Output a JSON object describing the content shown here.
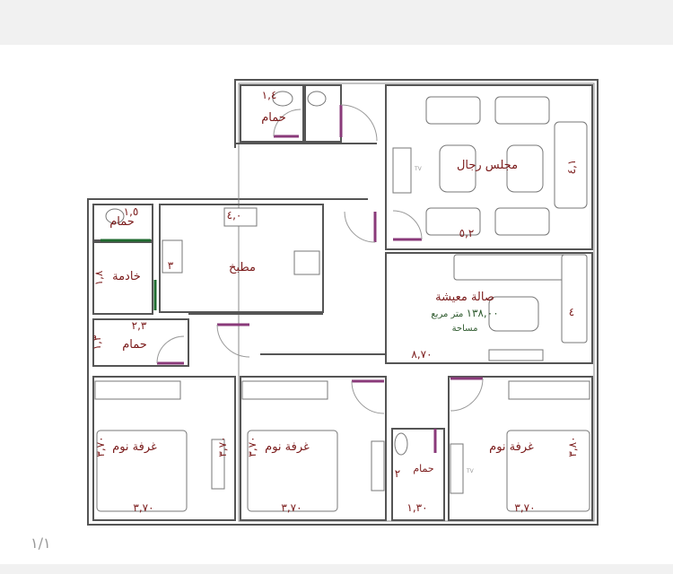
{
  "page_number": "١/١",
  "rooms": {
    "majlis": {
      "label": "مجلس رجال",
      "dim_width": "٥,٢",
      "dim_depth": "٤,١"
    },
    "top_bath": {
      "label": "حمام",
      "dim": "١,٤"
    },
    "maid_bath": {
      "label": "حمام",
      "dim": "١,٥"
    },
    "maid_room": {
      "label": "خادمة",
      "dim": "١,٨"
    },
    "kitchen": {
      "label": "مطبخ",
      "dim_width": "٤,٠",
      "dim_depth": "٣"
    },
    "bath_left": {
      "label": "حمام",
      "dim_width": "٢,٣",
      "dim_depth": "١,٣"
    },
    "living": {
      "label": "صالة معيشة",
      "area_value": "١٣٨,٠٠",
      "area_unit": "متر مربع",
      "area_label": "مساحة",
      "dim_length": "٨,٧٠",
      "dim_depth": "٤"
    },
    "bedroom_1": {
      "label": "غرفة نوم",
      "dim_width": "٣,٧٠",
      "dim_depth": "٣,٧٠",
      "dim_side": "٣,٧٠"
    },
    "bedroom_2": {
      "label": "غرفة نوم",
      "dim_width": "٣,٧٠",
      "dim_depth": "٣,٧٠"
    },
    "bath_center": {
      "label": "حمام",
      "dim_width": "١,٣٠",
      "dim_depth": "٢"
    },
    "bedroom_3": {
      "label": "غرفة نوم",
      "dim_width": "٣,٧٠",
      "dim_depth": "٣,٨٠"
    }
  },
  "tv_label": "TV",
  "colors": {
    "label": "#7a1a1a",
    "area": "#2e5a2e",
    "wall": "#555555",
    "door": "#8a3a7a"
  }
}
